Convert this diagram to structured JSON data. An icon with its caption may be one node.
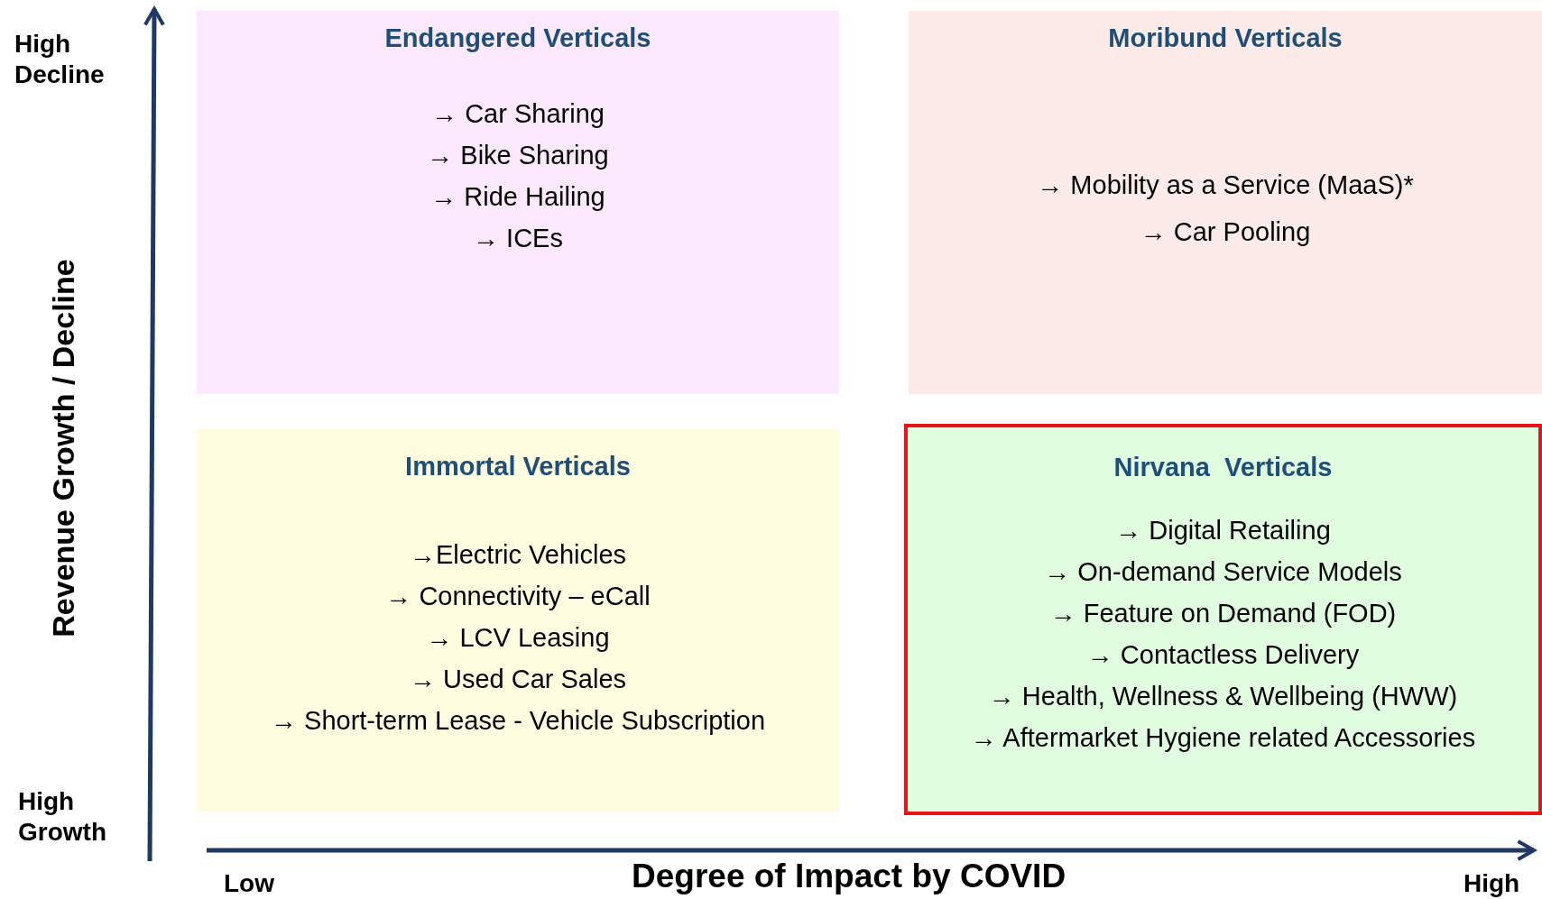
{
  "diagram": {
    "nodes": [
      {
        "text": [
          "Endangered Verticals",
          "→ Car Sharing",
          "→ Bike Sharing",
          "→ Ride Hailing",
          "→ ICEs"
        ]
      },
      {
        "text": [
          "Moribund Verticals",
          "→ Mobility as a Service (MaaS)*",
          "→ Car Pooling"
        ]
      },
      {
        "text": [
          "Immortal Verticals",
          "→Electric Vehicles",
          "→ Connectivity – eCall",
          "→ LCV Leasing",
          "→ Used Car Sales",
          "→ Short-term Lease - Vehicle Subscription"
        ]
      },
      {
        "text": [
          "Nirvana  Verticals",
          "→ Digital Retailing",
          "→ On-demand Service Models",
          "→ Feature on Demand (FOD)",
          "→ Contactless Delivery",
          "→ Health, Wellness & Wellbeing (HWW)",
          "→ Aftermarket Hygiene related Accessories"
        ]
      }
    ],
    "labels": [
      "High Decline",
      "Revenue Growth / Decline",
      "High Growth",
      "Low",
      "Degree of Impact by COVID",
      "High"
    ]
  }
}
